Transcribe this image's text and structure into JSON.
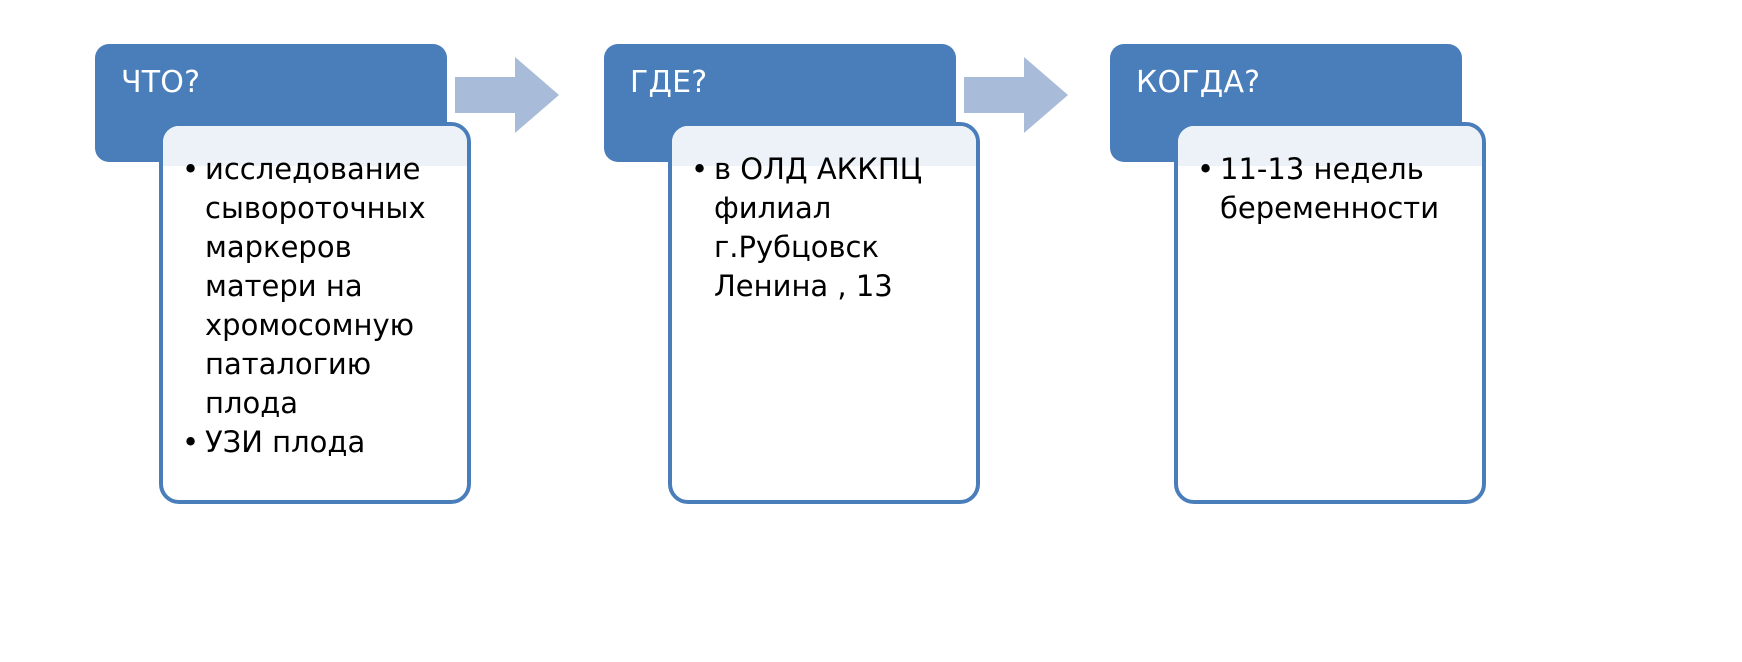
{
  "diagram": {
    "type": "process-flow",
    "orientation": "horizontal",
    "title": "",
    "colors": {
      "header_fill": "#4A7EBB",
      "header_text": "#FFFFFF",
      "card_fill": "#FFFFFF",
      "card_border": "#4A7EBB",
      "card_tint": "#EDF1F8",
      "arrow_fill": "#A8BBD9",
      "body_text": "#000000"
    },
    "stages": [
      {
        "id": "what",
        "header": "ЧТО?",
        "bullets": [
          "исследование сывороточных маркеров матери на хромосомную паталогию плода",
          "УЗИ плода"
        ]
      },
      {
        "id": "where",
        "header": "ГДЕ?",
        "bullets": [
          "в ОЛД АККПЦ филиал г.Рубцовск Ленина , 13"
        ]
      },
      {
        "id": "when",
        "header": "КОГДА?",
        "bullets": [
          "11-13 недель беременности"
        ]
      }
    ],
    "connectors": [
      {
        "id": "arrow-1",
        "direction": "right",
        "from": "what",
        "to": "where"
      },
      {
        "id": "arrow-2",
        "direction": "right",
        "from": "where",
        "to": "when"
      }
    ]
  }
}
